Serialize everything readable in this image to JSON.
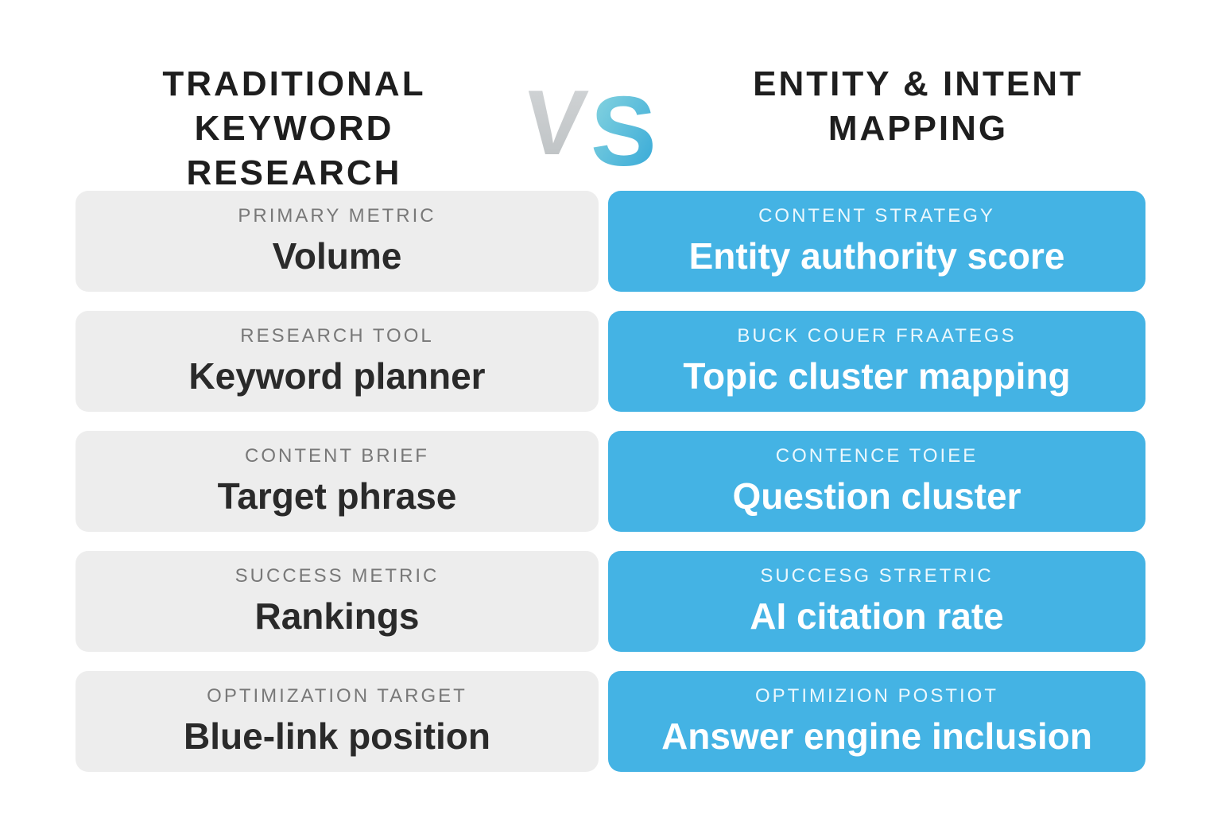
{
  "header": {
    "left_title_line1": "TRADITIONAL",
    "left_title_line2": "KEYWORD RESEARCH",
    "right_title_line1": "ENTITY & INTENT",
    "right_title_line2": "MAPPING",
    "vs": {
      "v": "V",
      "s": "S"
    }
  },
  "colors": {
    "card_gray": "#ededed",
    "card_blue": "#44b3e4",
    "title_text": "#1e1e1e",
    "label_gray": "#787878",
    "vs_v_gray": "#c6cacc",
    "vs_s_teal_light": "#8ed8e0",
    "vs_s_teal_dark": "#2fa5d7"
  },
  "rows": [
    {
      "left": {
        "label": "PRIMARY METRIC",
        "value": "Volume"
      },
      "right": {
        "label": "CONTENT STRATEGY",
        "value": "Entity authority score"
      }
    },
    {
      "left": {
        "label": "RESEARCH TOOL",
        "value": "Keyword planner"
      },
      "right": {
        "label": "BUCK COUER FRAATEGS",
        "value": "Topic cluster mapping"
      }
    },
    {
      "left": {
        "label": "CONTENT BRIEF",
        "value": "Target phrase"
      },
      "right": {
        "label": "CONTENCE TOIEE",
        "value": "Question cluster"
      }
    },
    {
      "left": {
        "label": "SUCCESS METRIC",
        "value": "Rankings"
      },
      "right": {
        "label": "SUCCESG STRETRIC",
        "value": "AI citation rate"
      }
    },
    {
      "left": {
        "label": "OPTIMIZATION TARGET",
        "value": "Blue-link position"
      },
      "right": {
        "label": "OPTIMIZION POSTIOT",
        "value": "Answer engine inclusion"
      }
    }
  ]
}
